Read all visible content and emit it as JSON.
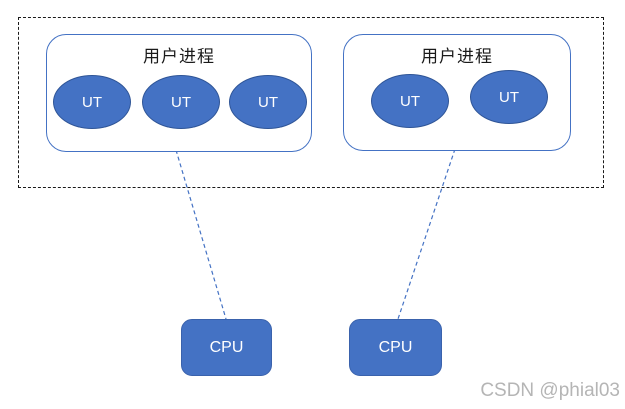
{
  "diagram": {
    "process_groups": [
      {
        "title": "用户进程",
        "threads": [
          "UT",
          "UT",
          "UT"
        ]
      },
      {
        "title": "用户进程",
        "threads": [
          "UT",
          "UT"
        ]
      }
    ],
    "cpus": [
      "CPU",
      "CPU"
    ],
    "watermark": "CSDN @phial03",
    "colors": {
      "shape_fill": "#4472C4",
      "shape_border": "#2F5597",
      "process_box_border": "#4472C4",
      "connector": "#4472C4",
      "group_border": "#1a1a1a",
      "watermark_text": "#b5b5b5"
    }
  }
}
